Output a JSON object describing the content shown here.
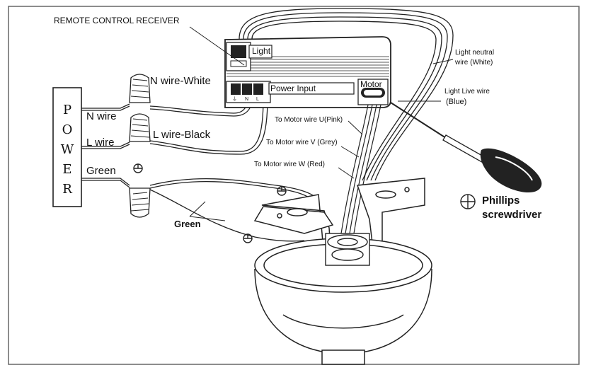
{
  "labels": {
    "receiver": "REMOTE CONTROL RECEIVER",
    "light_box": "Light",
    "power_input": "Power Input",
    "motor_box": "Motor",
    "n_wire_white": "N wire-White",
    "n_wire": "N wire",
    "l_wire": "L wire",
    "l_wire_black": "L wire-Black",
    "green_power": "Green",
    "green_bottom": "Green",
    "motor_u": "To Motor wire U(Pink)",
    "motor_v": "To Motor wire V (Grey)",
    "motor_w": "To Motor wire W (Red)",
    "light_neutral_1": "Light neutral",
    "light_neutral_2": "wire (White)",
    "light_live_1": "Light Live wire",
    "light_live_2": "(Blue)",
    "phillips_symbol": "⊕",
    "phillips_1": "Phillips",
    "phillips_2": "screwdriver"
  },
  "power_letters": [
    "P",
    "O",
    "W",
    "E",
    "R"
  ],
  "terminal_marks": [
    "⏚",
    "N",
    "L"
  ]
}
